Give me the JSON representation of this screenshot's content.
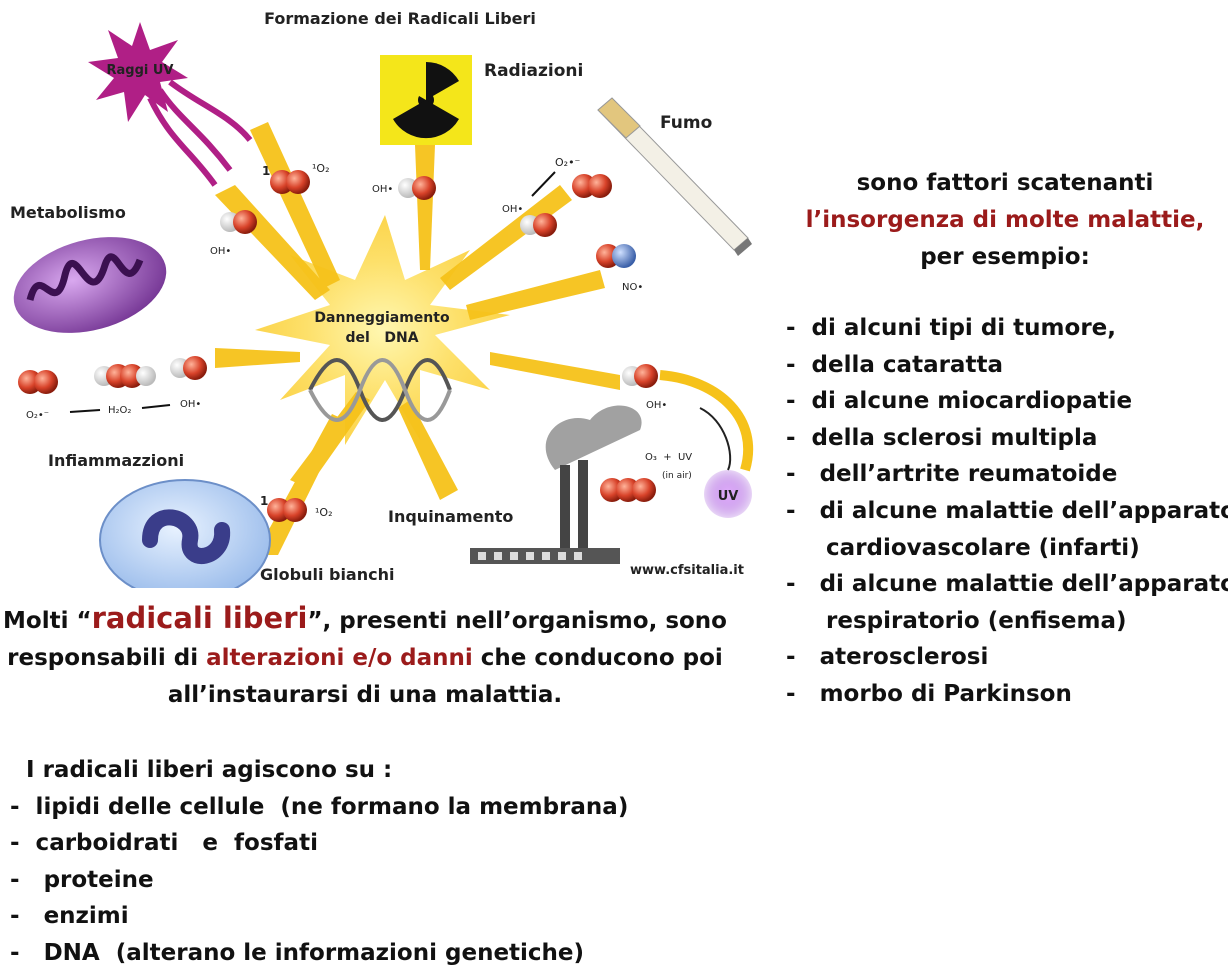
{
  "diagram": {
    "title": "Formazione dei Radicali Liberi",
    "sources": {
      "uv": "Raggi UV",
      "radiation": "Radiazioni",
      "smoke": "Fumo",
      "metabolism": "Metabolismo",
      "inflammation": "Infiammazzioni",
      "white_cells": "Globuli bianchi",
      "pollution": "Inquinamento"
    },
    "center_label_line1": "Danneggiamento",
    "center_label_line2": "del   DNA",
    "chem": {
      "singlet_o2": "¹O₂",
      "oh": "OH•",
      "superoxide": "O₂•⁻",
      "no": "NO•",
      "chain_o2": "O₂•⁻",
      "chain_h2o2": "H₂O₂",
      "chain_oh": "OH•",
      "ozone": "O₃  +  UV",
      "in_air": "(in air)",
      "uv_small": "UV",
      "one": "1"
    },
    "website": "www.cfsitalia.it"
  },
  "caption": {
    "line1_a": "Molti “",
    "line1_highlight": "radicali liberi",
    "line1_b": "”, presenti nell’organismo, sono",
    "line2_a": "responsabili di ",
    "line2_highlight": "alterazioni e/o danni",
    "line2_b": " che conducono poi",
    "line3": "all’instaurarsi di una malattia."
  },
  "targets": {
    "heading": "  I radicali liberi agiscono su :",
    "items": [
      "-  lipidi delle cellule  (ne formano la membrana)",
      "-  carboidrati   e  fosfati",
      "-   proteine",
      "-   enzimi",
      "-   DNA  (alterano le informazioni genetiche)"
    ]
  },
  "intro": {
    "line1": "sono  fattori scatenanti",
    "line2": "l’insorgenza  di molte malattie,",
    "line3": "per esempio:"
  },
  "diseases": {
    "items": [
      "-  di alcuni tipi di tumore,",
      "-  della cataratta",
      "-  di alcune miocardiopatie",
      "-  della sclerosi multipla",
      "-   dell’artrite reumatoide",
      "-   di alcune malattie dell’apparato",
      "     cardiovascolare (infarti)",
      "-   di alcune malattie dell’apparato",
      "     respiratorio (enfisema)",
      "-   aterosclerosi",
      "-   morbo di Parkinson"
    ]
  },
  "colors": {
    "highlight": "#9b1b1b",
    "arrow": "#f6c21a",
    "mito": "#8e4fa8",
    "molecule": "#d8432a",
    "hazard": "#f4e61a"
  }
}
